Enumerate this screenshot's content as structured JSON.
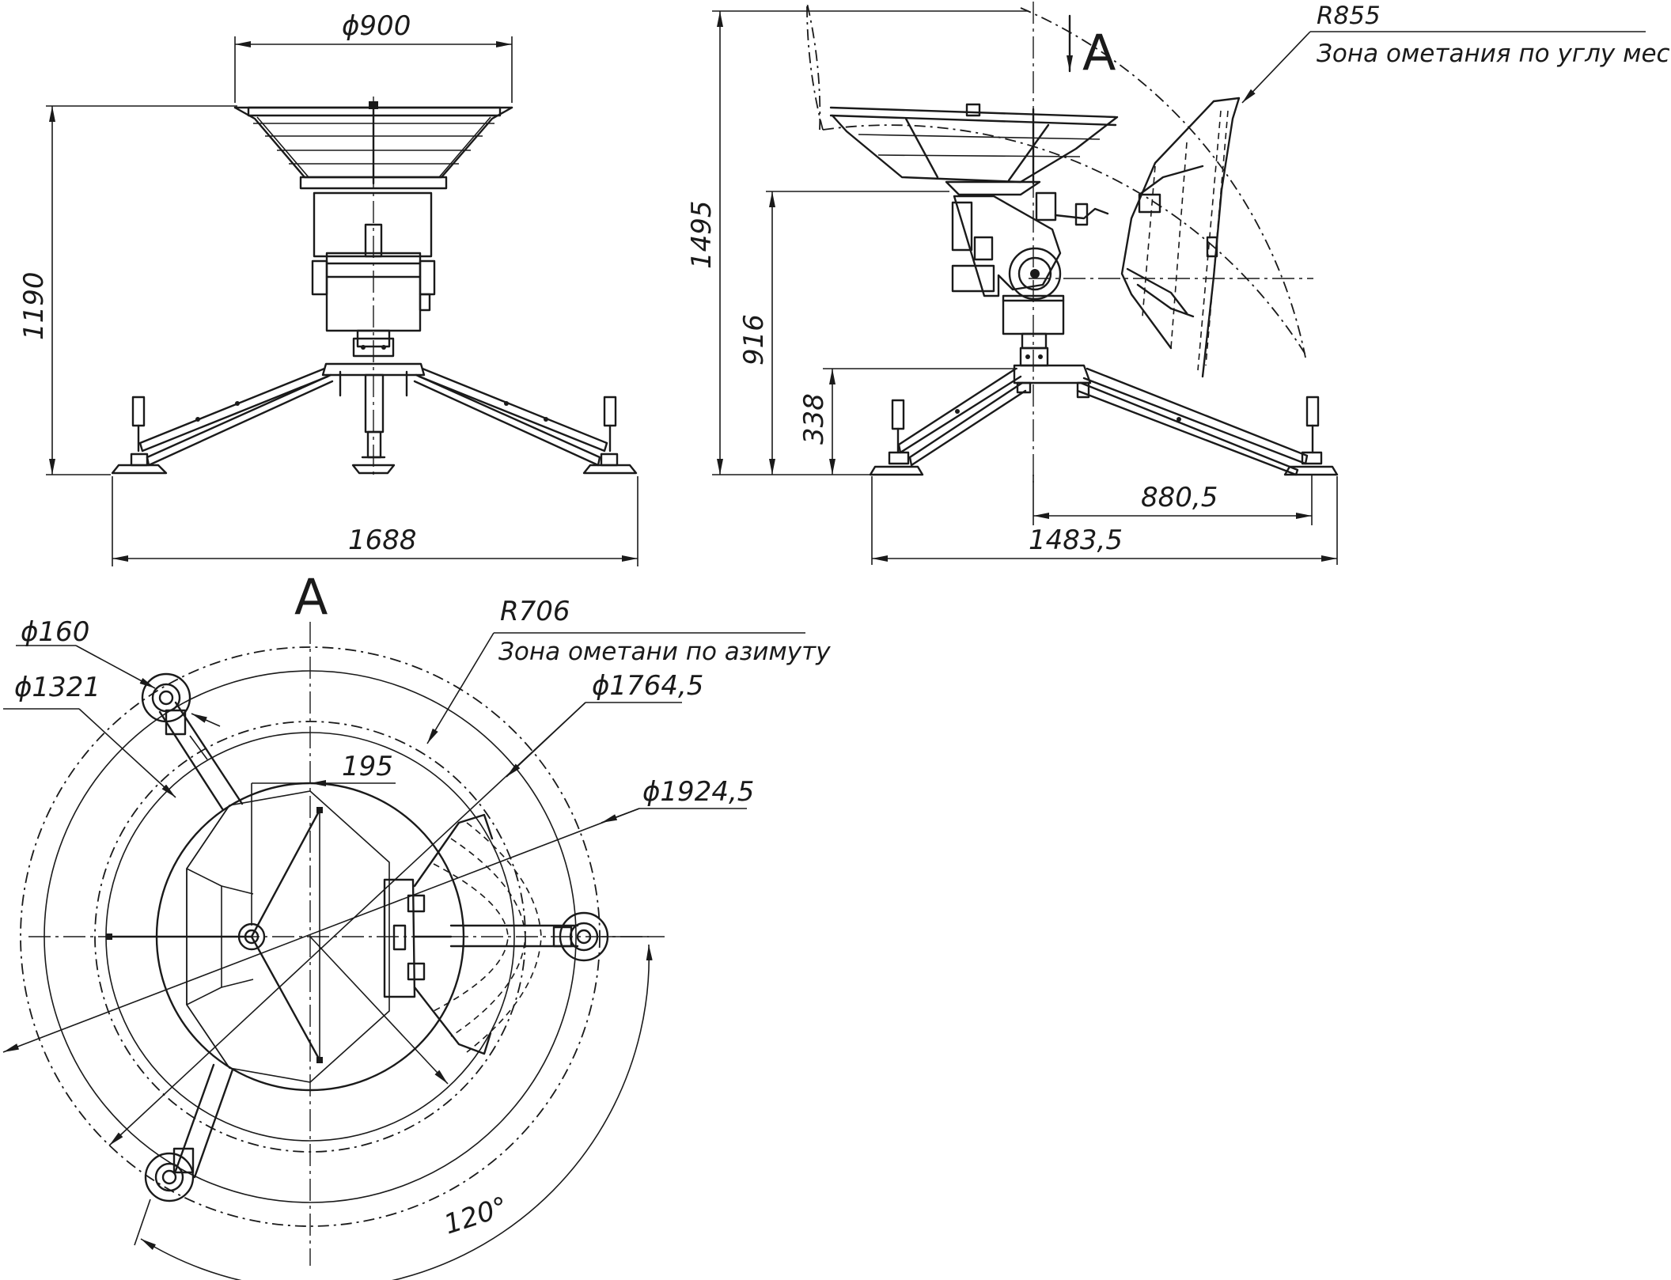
{
  "views": {
    "view_a_label": "A",
    "view_a_arrow_label": "A"
  },
  "front_view": {
    "dish_diameter": "ϕ900",
    "height": "1190",
    "base_width": "1688"
  },
  "side_view": {
    "sweep_radius": "R855",
    "sweep_zone": "Зона ометания по углу места",
    "total_height": "1495",
    "axis_height": "916",
    "base_height": "338",
    "leg_reach": "880,5",
    "base_length": "1483,5"
  },
  "top_view": {
    "foot_diameter": "ϕ160",
    "circle_1321": "ϕ1321",
    "sweep_radius": "R706",
    "sweep_zone": "Зона ометани по азимуту",
    "circle_1764": "ϕ1764,5",
    "offset": "195",
    "circle_1924": "ϕ1924,5",
    "leg_angle": "120°"
  }
}
